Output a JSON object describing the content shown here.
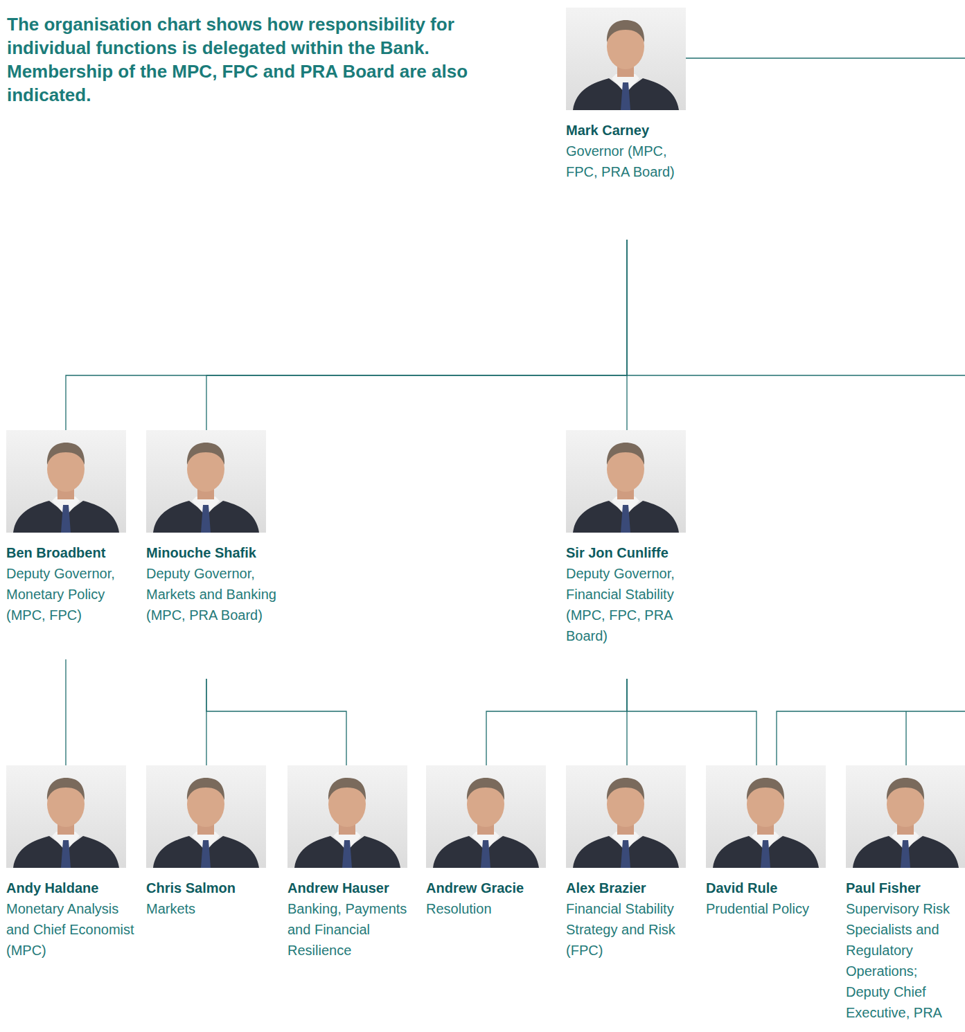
{
  "diagram": {
    "title": "The organisation chart shows how responsibility for individual functions is delegated within the Bank. Membership of the MPC, FPC and PRA Board are also indicated.",
    "nodes": [
      {
        "text": [
          "Mark Carney",
          "Governor (MPC, FPC, PRA Board)"
        ]
      },
      {
        "text": [
          "Ben Broadbent",
          "Deputy Governor, Monetary Policy (MPC, FPC)"
        ]
      },
      {
        "text": [
          "Minouche Shafik",
          "Deputy Governor, Markets and Banking (MPC, PRA Board)"
        ]
      },
      {
        "text": [
          "Sir Jon Cunliffe",
          "Deputy Governor, Financial Stability (MPC, FPC, PRA Board)"
        ]
      },
      {
        "text": [
          "Andy Haldane",
          "Monetary Analysis and Chief Economist (MPC)"
        ]
      },
      {
        "text": [
          "Chris Salmon",
          "Markets"
        ]
      },
      {
        "text": [
          "Andrew Hauser",
          "Banking, Payments and Financial Resilience"
        ]
      },
      {
        "text": [
          "Andrew Gracie",
          "Resolution"
        ]
      },
      {
        "text": [
          "Alex Brazier",
          "Financial Stability Strategy and Risk (FPC)"
        ]
      },
      {
        "text": [
          "David Rule",
          "Prudential Policy"
        ]
      },
      {
        "text": [
          "Paul Fisher",
          "Supervisory Risk Specialists and Regulatory Operations; Deputy Chief Executive, PRA"
        ]
      }
    ],
    "edges": [
      {
        "from": 0,
        "to": 1,
        "arrow": "none"
      },
      {
        "from": 0,
        "to": 2,
        "arrow": "none"
      },
      {
        "from": 0,
        "to": 3,
        "arrow": "none"
      },
      {
        "from": 1,
        "to": 4,
        "arrow": "none"
      },
      {
        "from": 2,
        "to": 5,
        "arrow": "none"
      },
      {
        "from": 2,
        "to": 6,
        "arrow": "none"
      },
      {
        "from": 3,
        "to": 7,
        "arrow": "none"
      },
      {
        "from": 3,
        "to": 8,
        "arrow": "none"
      },
      {
        "from": 3,
        "to": 9,
        "arrow": "none"
      }
    ]
  }
}
